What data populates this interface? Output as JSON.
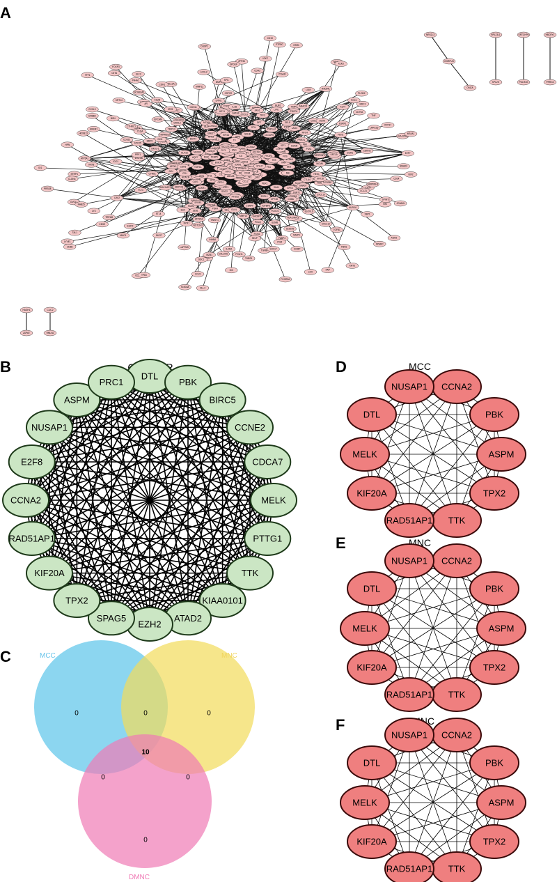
{
  "panels": {
    "A": {
      "letter": "A"
    },
    "B": {
      "letter": "B",
      "title": "CLUSTER",
      "nodes": [
        "DTL",
        "PBK",
        "BIRC5",
        "CCNE2",
        "CDCA7",
        "MELK",
        "PTTG1",
        "TTK",
        "KIAA0101",
        "ATAD2",
        "EZH2",
        "SPAG5",
        "TPX2",
        "KIF20A",
        "RAD51AP1",
        "CCNA2",
        "E2F8",
        "NUSAP1",
        "ASPM",
        "PRC1"
      ],
      "node_fill": "#cbe6c4",
      "node_stroke": "#1e3a1a"
    },
    "C": {
      "letter": "C",
      "sets": [
        {
          "name": "MCC",
          "color": "#5bc4ea",
          "label_color": "#69c4ea"
        },
        {
          "name": "MNC",
          "color": "#f2dc5a",
          "label_color": "#f0d45c"
        },
        {
          "name": "DMNC",
          "color": "#f07ab5",
          "label_color": "#f07ab5"
        }
      ],
      "counts": {
        "mcc_only": "0",
        "mnc_only": "0",
        "dmnc_only": "0",
        "mcc_mnc": "0",
        "mcc_dmnc": "0",
        "mnc_dmnc": "0",
        "all": "10"
      }
    },
    "D": {
      "letter": "D",
      "title": "MCC"
    },
    "E": {
      "letter": "E",
      "title": "MNC"
    },
    "F": {
      "letter": "F",
      "title": "DMNC"
    }
  },
  "hub_nodes": [
    "CCNA2",
    "PBK",
    "ASPM",
    "TPX2",
    "TTK",
    "RAD51AP1",
    "KIF20A",
    "MELK",
    "DTL",
    "NUSAP1"
  ],
  "hub_fill": "#ef7f7f",
  "hub_stroke": "#3a0a0a",
  "ppi": {
    "node_fill": "#f4c7c7",
    "node_stroke": "#222222",
    "labels": [
      "RGS20",
      "SGRE2",
      "TNC",
      "MMP3",
      "CSR1",
      "CCNA2",
      "DTL",
      "CSRP2",
      "PBK",
      "TTK",
      "CCNE2",
      "NUSAP1",
      "KIF20A",
      "CDCA7",
      "MELK",
      "ASPM",
      "TPX2",
      "PRC1",
      "EZH2",
      "ATAD2",
      "SPAG5",
      "E2F8",
      "BIRC5",
      "PTTG1",
      "KIAA0101",
      "RAD51AP1",
      "COL1A1",
      "COL3A1",
      "FN1",
      "SPP1",
      "MKI67",
      "TOP2A",
      "CDK1",
      "CCNB1",
      "AURKA",
      "BUB1",
      "CENPF",
      "KIF11",
      "NEK2",
      "HMMR",
      "FOXM1",
      "CDC20",
      "UBE2C",
      "RRM2",
      "TYMS",
      "ZWINT",
      "MAD2L1",
      "CHEK1",
      "CDKN3",
      "DLGAP5",
      "NCAPG",
      "KIF2C",
      "TRIP13",
      "GINS2",
      "MCM2",
      "PCNA",
      "FEN1",
      "RFC4",
      "POLQ",
      "EXO1",
      "CLSPN",
      "ORC6",
      "KIF4A",
      "CENPU",
      "SKA1",
      "ANLN",
      "ECT2",
      "RACGAP1",
      "KIF14",
      "KIF15",
      "PLK1",
      "PLK4",
      "TTK2",
      "CEP55",
      "DEPDC1",
      "FAM83D",
      "GTSE1",
      "HJURP",
      "KIF18B",
      "MYBL2",
      "OIP5",
      "PBK2",
      "SHCBP1",
      "SLC7A5",
      "STIL",
      "TK1",
      "UHRF1",
      "ZNF367",
      "CDCA3",
      "CDCA8",
      "ESPL1",
      "MCM10",
      "NDC80",
      "NUF2",
      "SGO2",
      "SPC25",
      "TACC3",
      "TRAIP",
      "WDHD1",
      "RRM1",
      "ASF1B",
      "BLM",
      "CDC6",
      "CDT1",
      "E2F1",
      "E2F7",
      "ERCC6L",
      "FANCI",
      "GMNN",
      "HELLS",
      "LIG1",
      "MCM4",
      "MCM6",
      "MSH2",
      "POLE2",
      "PRIM1",
      "RAD51",
      "RAD54L",
      "RPA3",
      "TIMELESS",
      "UBE2T",
      "XRCC2",
      "ZNF93",
      "GPX3",
      "ADH1B",
      "CFD",
      "FABP4",
      "LPL",
      "PLIN1",
      "CIDEA",
      "ADIPOQ",
      "LEP",
      "PPARG",
      "CEBPA",
      "RBP4",
      "SCD",
      "FASN",
      "ACACB",
      "CD36",
      "PCK1",
      "GPD1",
      "AQP7",
      "LIPE",
      "PNPLA2",
      "MGLL",
      "DGAT2",
      "AGPAT2",
      "LPIN1",
      "ELOVL6",
      "ACSL1",
      "CPT1B",
      "HADHB",
      "ACADM",
      "ECHS1",
      "ETFDH",
      "NDUFS1",
      "SDHB",
      "UQCRC1",
      "COX7A1",
      "ATP5A1",
      "CKMT2",
      "MB",
      "MYH7",
      "TNNT2",
      "ACTA1",
      "DES",
      "CASQ2",
      "RYR1",
      "ATP2A2",
      "PLN",
      "SLC2A4",
      "IRS1",
      "PIK3R1",
      "FOXO1",
      "KLF15",
      "PDK4",
      "ANGPTL4",
      "ZBTB16",
      "PER1",
      "TSC22D3",
      "FKBP5",
      "DDIT4",
      "SESN1",
      "CDKN1C",
      "IGF1",
      "IGFBP5",
      "IGFBP6",
      "SFRP1",
      "DKK3",
      "WIF1",
      "GLUL",
      "CYP4B1",
      "ALDH1A1",
      "TF",
      "APOD",
      "C7",
      "CFH",
      "SERPINF1",
      "OGN",
      "DPT",
      "ABCA8",
      "PDGFRA",
      "CD34",
      "TEK",
      "KDR",
      "PECAM1",
      "VWF",
      "CDH5",
      "ESAM",
      "CLDN5",
      "AQP1",
      "CAV1",
      "CAV2",
      "EMCN",
      "ENG",
      "FLT1",
      "NOS3",
      "ACKR1",
      "SELE",
      "SELP",
      "ICAM1",
      "VCAM1",
      "CCL2",
      "CXCL12",
      "IL6",
      "PTGS2",
      "FOS",
      "JUN",
      "EGR1",
      "ATF3",
      "NR4A1",
      "DUSP1",
      "KLF4",
      "ZFP36",
      "IER2",
      "CYR61",
      "CTGF",
      "THBS1",
      "SERPINE1",
      "TIMP1",
      "MMP2",
      "MMP9",
      "MMP11",
      "MMP13",
      "COL10A1",
      "COL11A1",
      "COMP",
      "POSTN",
      "SFRP4",
      "INHBA",
      "CTHRC1",
      "FAP",
      "LRRC15",
      "GREM1",
      "WNT5A",
      "PRRX1",
      "TWIST1",
      "SNAI2",
      "ZEB1",
      "VIM",
      "CDH2",
      "CDH11",
      "SPARC",
      "BGN",
      "DCN",
      "LUM",
      "FBN1",
      "ELN",
      "LOX",
      "LOXL2",
      "P4HA1",
      "PLOD2",
      "SERPINH1",
      "TGFB1",
      "TGFB3",
      "TGFBI",
      "SMAD3",
      "SMAD7",
      "BMP2",
      "BMP4",
      "ID1",
      "ID3",
      "HEY1",
      "NOTCH3",
      "JAG1",
      "DLL4",
      "HES1",
      "SOX9",
      "SOX17",
      "GATA2",
      "TAL1",
      "LYVE1",
      "PROX1",
      "FLT4",
      "CCL21",
      "MRC1",
      "CD163",
      "CD68",
      "CSF1R",
      "C1QA",
      "C1QB",
      "C1QC",
      "FCGR3A",
      "TYROBP",
      "LAPTM5",
      "PTPRC",
      "CD74",
      "HLA-DRA",
      "HLA-DPA1",
      "CIITA",
      "IRF8",
      "SPI1",
      "CD14",
      "ITGAM",
      "LYZ",
      "S100A8",
      "S100A9",
      "CXCL8",
      "IL1B",
      "TNF",
      "CD3E",
      "CD8A",
      "GZMB",
      "PRF1",
      "NKG7",
      "CCL5",
      "CXCL9",
      "CXCL10",
      "IDO1",
      "LAG3",
      "PDCD1",
      "CTLA4",
      "FOXP3",
      "IL2RA",
      "CD19",
      "MS4A1",
      "CD79A",
      "IGKC",
      "JCHAIN",
      "MZB1",
      "XBP1",
      "SDC1",
      "KRT5",
      "KRT14",
      "KRT17",
      "TP63",
      "EGFR",
      "ERBB2",
      "ESR1",
      "PGR",
      "AR",
      "GATA3",
      "FOXA1",
      "TFF1",
      "TFF3",
      "AGR2",
      "SCGB2A2",
      "MUC1",
      "KRT8",
      "KRT18",
      "KRT19",
      "EPCAM",
      "CDH1",
      "CLDN4",
      "ELF3",
      "GRHL2",
      "OVOL1",
      "ESRP1",
      "RAB25",
      "SPINT2",
      "ST14",
      "PRSS8",
      "TMPRSS2",
      "NKX3-1",
      "KLK3",
      "FOLH1",
      "AMACR",
      "HPN",
      "TRPM8",
      "SPDEF",
      "HOXB13"
    ],
    "small_pairs": [
      [
        "NRS2L3",
        "OGRPUS",
        "OMZA"
      ],
      [
        "RPL23L1",
        "KPL2K"
      ],
      [
        "KRTCHP6",
        "POLR3G"
      ],
      [
        "HBCRY1",
        "PRRG2"
      ],
      [
        "HAGH1",
        "ZDPAT"
      ],
      [
        "CLIC2",
        "RMLN2"
      ]
    ]
  }
}
